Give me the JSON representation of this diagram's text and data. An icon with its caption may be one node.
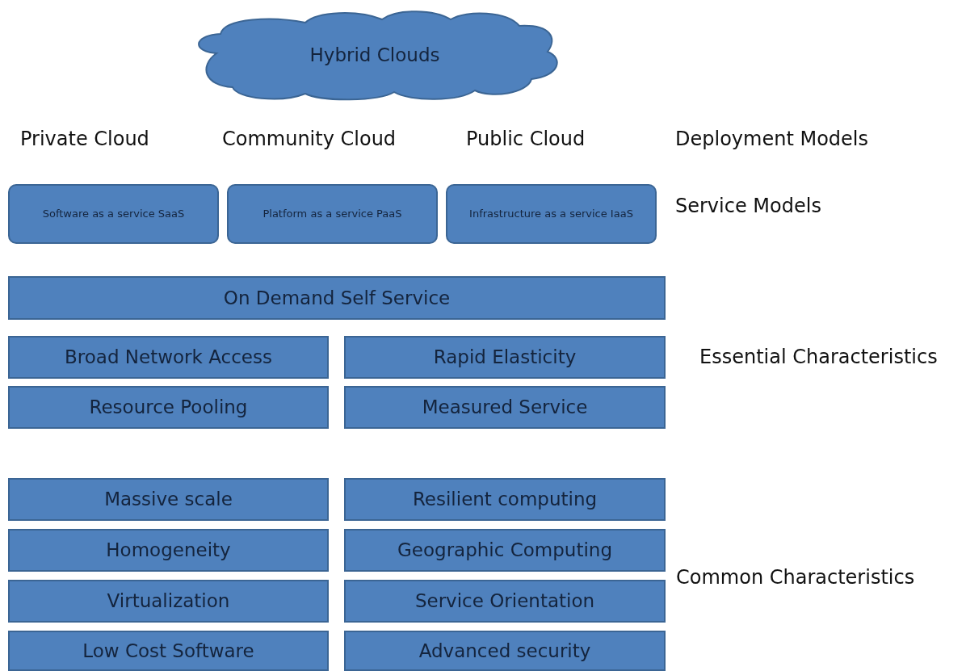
{
  "diagram": {
    "nodes": [
      {
        "text": [
          "Hybrid Clouds"
        ]
      },
      {
        "text": [
          "Software as a service SaaS"
        ]
      },
      {
        "text": [
          "Platform as a service PaaS"
        ]
      },
      {
        "text": [
          "Infrastructure as a service IaaS"
        ]
      },
      {
        "text": [
          "On Demand Self Service"
        ]
      },
      {
        "text": [
          "Broad Network Access"
        ]
      },
      {
        "text": [
          "Rapid Elasticity"
        ]
      },
      {
        "text": [
          "Resource Pooling"
        ]
      },
      {
        "text": [
          "Measured Service"
        ]
      },
      {
        "text": [
          "Massive scale"
        ]
      },
      {
        "text": [
          "Resilient computing"
        ]
      },
      {
        "text": [
          "Homogeneity"
        ]
      },
      {
        "text": [
          "Geographic Computing"
        ]
      },
      {
        "text": [
          "Virtualization"
        ]
      },
      {
        "text": [
          "Service Orientation"
        ]
      },
      {
        "text": [
          "Low Cost Software"
        ]
      },
      {
        "text": [
          "Advanced security"
        ]
      }
    ],
    "labels": [
      "Private Cloud",
      "Community Cloud",
      "Public Cloud",
      "Deployment Models",
      "Service Models",
      "Essential Characteristics",
      "Common Characteristics"
    ]
  }
}
